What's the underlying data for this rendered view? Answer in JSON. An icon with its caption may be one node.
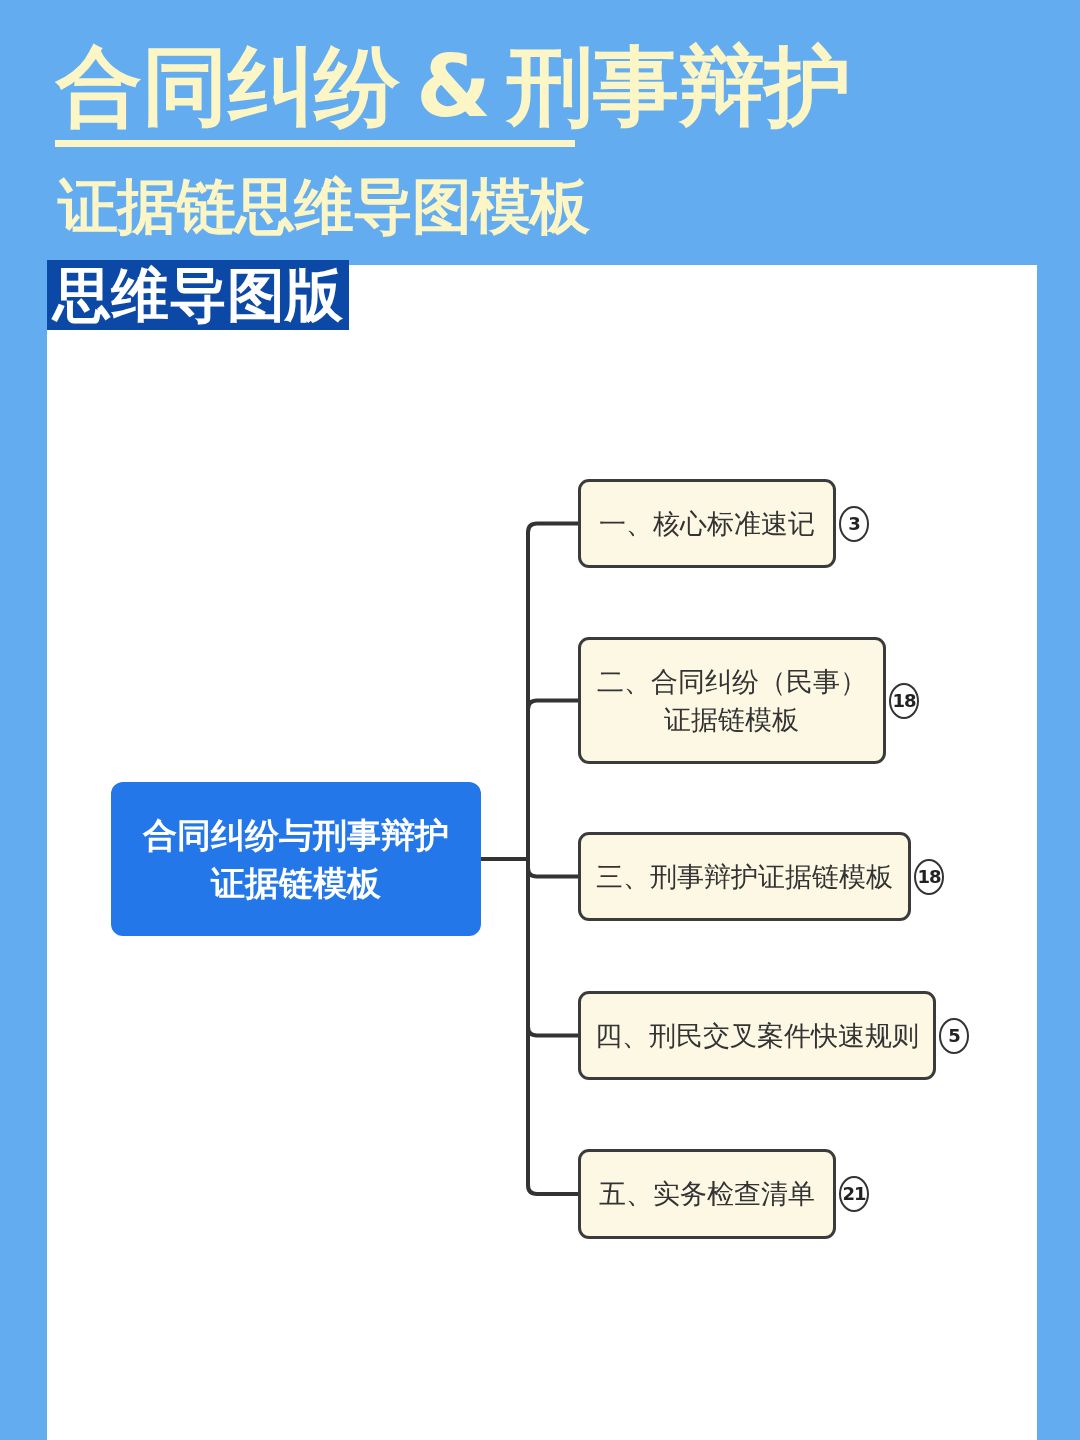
{
  "diagram": {
    "title": "合同纠纷 & 刑事辩护",
    "nodes": [
      {
        "text": [
          "合同纠纷与刑事辩护证据链模板"
        ]
      },
      {
        "text": [
          "一、核心标准速记"
        ],
        "beside": [
          "3"
        ]
      },
      {
        "text": [
          "二、合同纠纷（民事）证据链模板"
        ],
        "beside": [
          "18"
        ]
      },
      {
        "text": [
          "三、刑事辩护证据链模板"
        ],
        "beside": [
          "18"
        ]
      },
      {
        "text": [
          "四、刑民交叉案件快速规则"
        ],
        "beside": [
          "5"
        ]
      },
      {
        "text": [
          "五、实务检查清单"
        ],
        "beside": [
          "21"
        ]
      }
    ],
    "edges": [
      {
        "from": 0,
        "to": 1,
        "arrow": "none"
      },
      {
        "from": 0,
        "to": 2,
        "arrow": "none"
      },
      {
        "from": 0,
        "to": 3,
        "arrow": "none"
      },
      {
        "from": 0,
        "to": 4,
        "arrow": "none"
      },
      {
        "from": 0,
        "to": 5,
        "arrow": "none"
      }
    ],
    "labels": [
      "证据链思维导图模板",
      "思维导图版"
    ]
  }
}
